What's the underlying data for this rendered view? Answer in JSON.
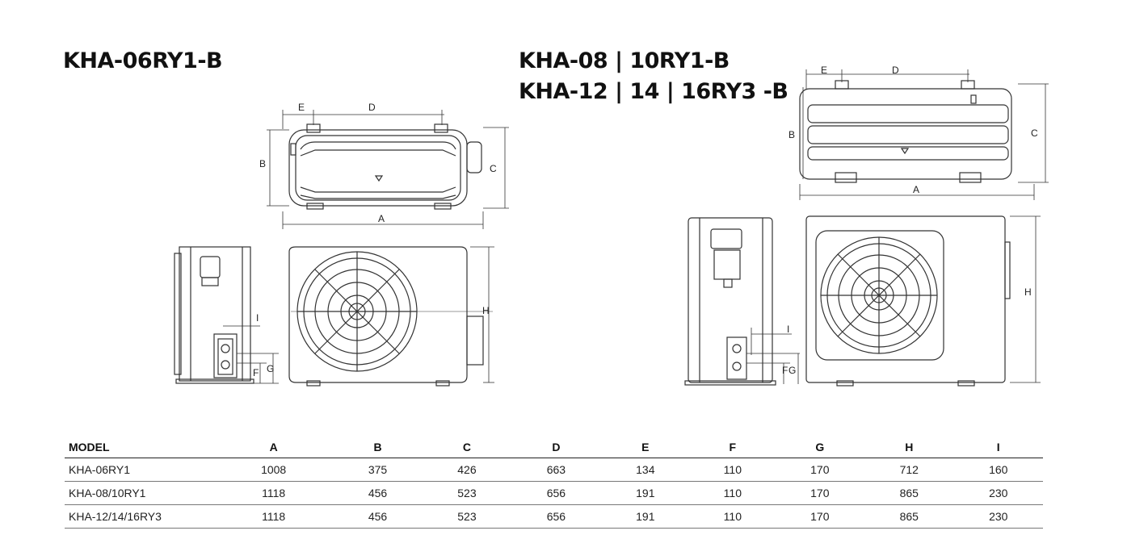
{
  "titles": {
    "left": "KHA-06RY1-B",
    "right_line1": "KHA-08 | 10RY1-B",
    "right_line2": "KHA-12 | 14 | 16RY3 -B"
  },
  "dimension_labels": {
    "A": "A",
    "B": "B",
    "C": "C",
    "D": "D",
    "E": "E",
    "F": "F",
    "G": "G",
    "H": "H",
    "I": "I"
  },
  "table": {
    "headers": [
      "MODEL",
      "A",
      "B",
      "C",
      "D",
      "E",
      "F",
      "G",
      "H",
      "I"
    ],
    "rows": [
      [
        "KHA-06RY1",
        "1008",
        "375",
        "426",
        "663",
        "134",
        "110",
        "170",
        "712",
        "160"
      ],
      [
        "KHA-08/10RY1",
        "1118",
        "456",
        "523",
        "656",
        "191",
        "110",
        "170",
        "865",
        "230"
      ],
      [
        "KHA-12/14/16RY3",
        "1118",
        "456",
        "523",
        "656",
        "191",
        "110",
        "170",
        "865",
        "230"
      ]
    ]
  },
  "colors": {
    "line": "#333333",
    "text": "#111111"
  }
}
